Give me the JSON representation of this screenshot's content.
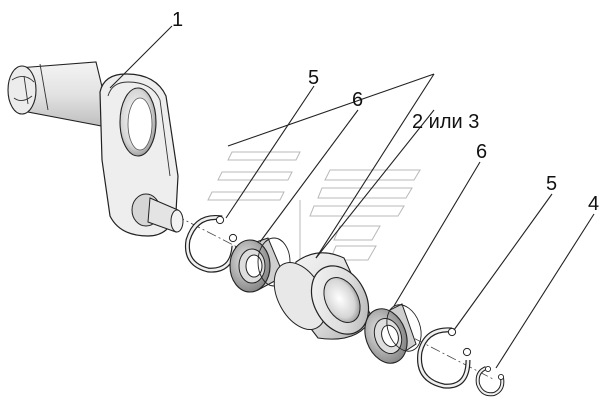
{
  "callouts": [
    {
      "id": "1",
      "text": "1"
    },
    {
      "id": "5a",
      "text": "5"
    },
    {
      "id": "6a",
      "text": "6"
    },
    {
      "id": "23",
      "text": "2 или 3"
    },
    {
      "id": "6b",
      "text": "6"
    },
    {
      "id": "5b",
      "text": "5"
    },
    {
      "id": "4",
      "text": "4"
    }
  ]
}
